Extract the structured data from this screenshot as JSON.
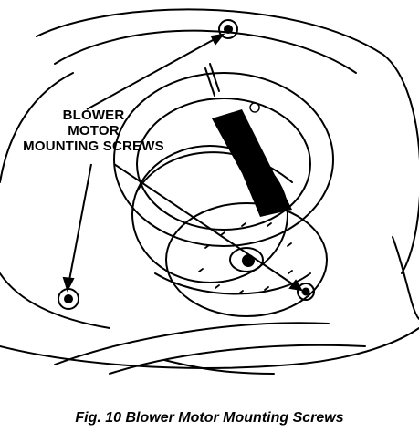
{
  "callout": {
    "line1": "BLOWER",
    "line2": "MOTOR",
    "line3": "MOUNTING SCREWS"
  },
  "caption": "Fig. 10 Blower Motor Mounting Screws",
  "colors": {
    "ink": "#000000",
    "paper": "#ffffff"
  }
}
